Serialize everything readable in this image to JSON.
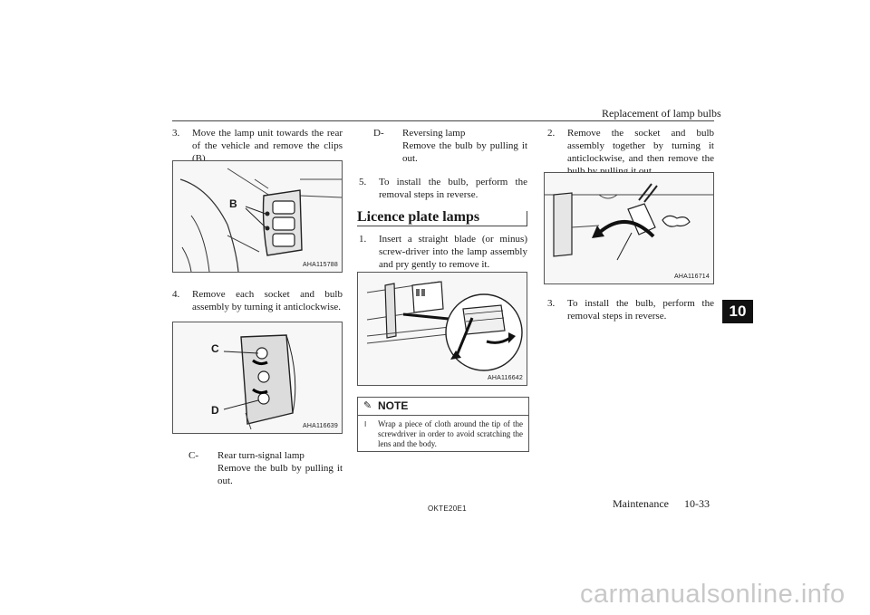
{
  "header": {
    "title": "Replacement of lamp bulbs"
  },
  "col1": {
    "step3": {
      "num": "3.",
      "text": "Move the lamp unit towards the rear of the vehicle and remove the clips (B)."
    },
    "fig1": {
      "code": "AHA115788",
      "label": "B"
    },
    "step4": {
      "num": "4.",
      "text": "Remove each socket and bulb assembly by turning it anticlockwise."
    },
    "fig2": {
      "code": "AHA116639",
      "label_c": "C",
      "label_d": "D"
    },
    "item_c": {
      "key": "C-",
      "title": "Rear turn-signal lamp",
      "text": "Remove the bulb by pulling it out."
    }
  },
  "col2": {
    "item_d": {
      "key": "D-",
      "title": "Reversing lamp",
      "text": "Remove the bulb by pulling it out."
    },
    "step5": {
      "num": "5.",
      "text": "To install the bulb, perform the removal steps in reverse."
    },
    "section": {
      "title": "Licence plate lamps"
    },
    "step1": {
      "num": "1.",
      "text": "Insert a straight blade (or minus) screw-driver into the lamp assembly and pry gently to remove it."
    },
    "fig3": {
      "code": "AHA116642"
    },
    "note": {
      "title": "NOTE",
      "bullet": "l",
      "text": "Wrap a piece of cloth around the tip of the screwdriver in order to avoid scratching the lens and the body."
    }
  },
  "col3": {
    "step2": {
      "num": "2.",
      "text": "Remove the socket and bulb assembly together by turning it anticlockwise, and then remove the bulb by pulling it out."
    },
    "fig4": {
      "code": "AHA116714"
    },
    "step3": {
      "num": "3.",
      "text": "To install the bulb, perform the removal steps in reverse."
    }
  },
  "chapter_tab": "10",
  "footer": {
    "code": "OKTE20E1",
    "section": "Maintenance",
    "page": "10-33"
  },
  "watermark": "carmanualsonline.info"
}
